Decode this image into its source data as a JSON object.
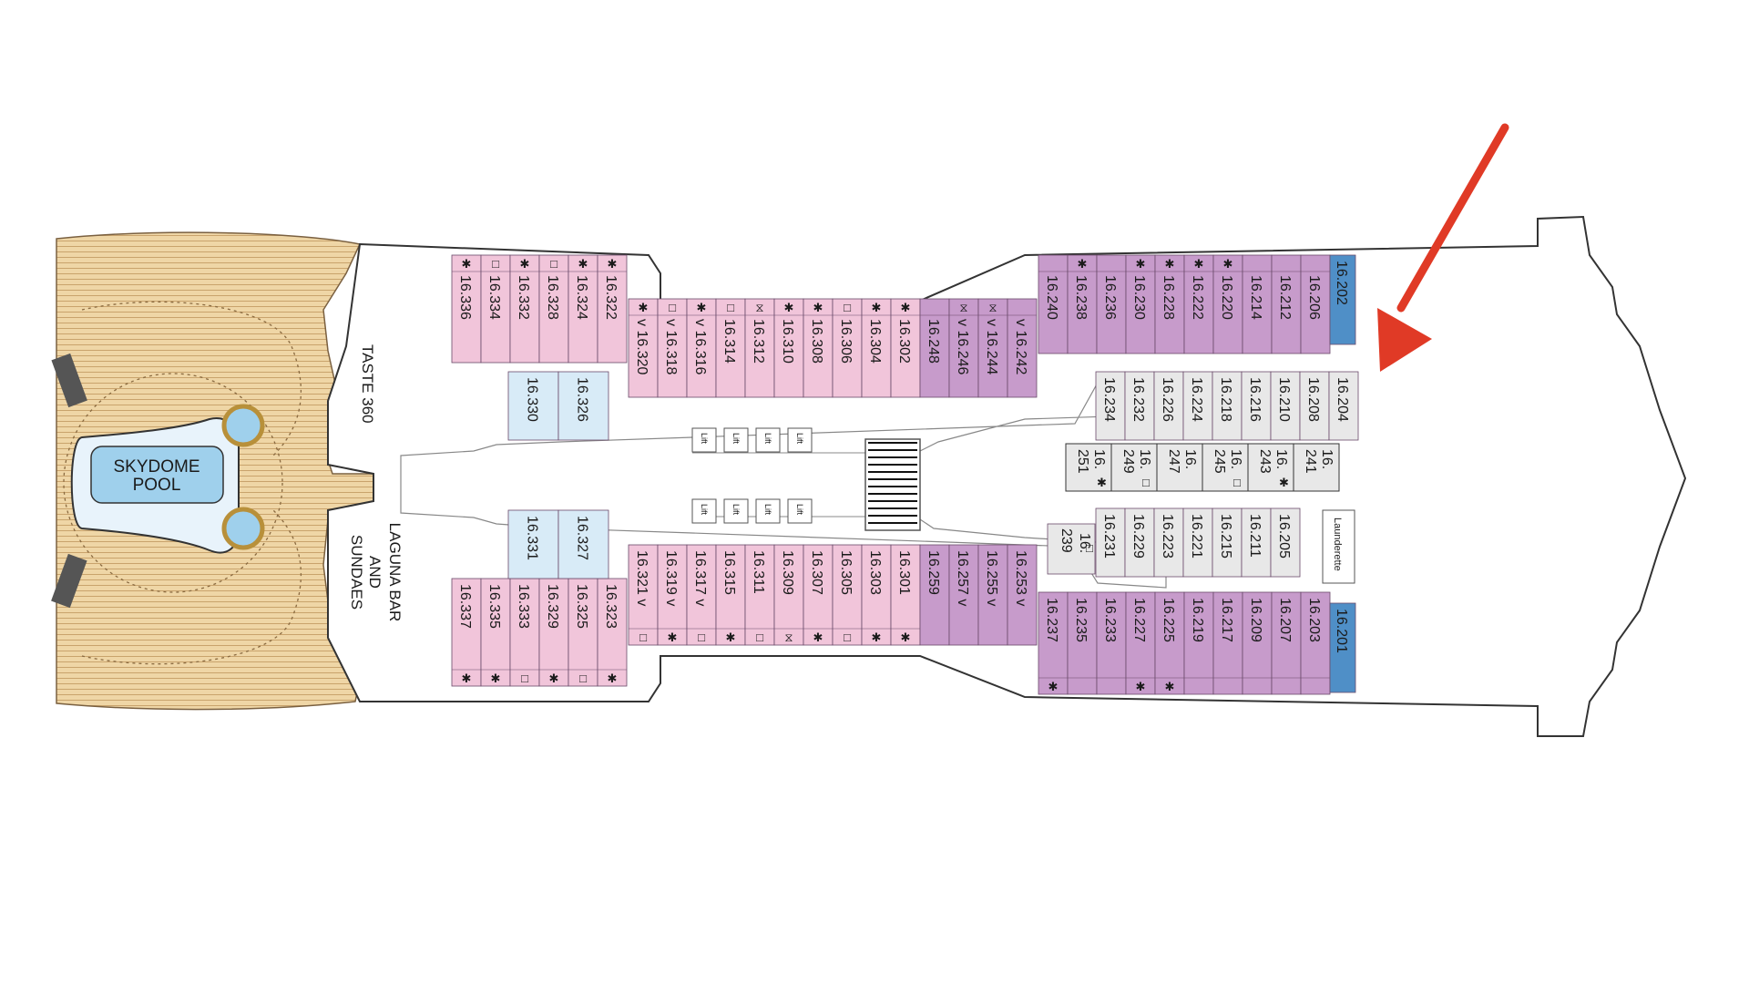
{
  "colors": {
    "pink": "#f1c5da",
    "purple": "#c79bcb",
    "blue": "#4f8fc7",
    "grey": "#e8e8e8",
    "accessible_blue": "#d8ebf7",
    "deck_wood": "#efd6a6",
    "pool": "#9fd0ec",
    "arrow": "#e03a26"
  },
  "areas": {
    "pool": {
      "line1": "SKYDOME",
      "line2": "POOL"
    },
    "taste": "TASTE 360",
    "laguna": {
      "line1": "LAGUNA BAR",
      "line2": "AND",
      "line3": "SUNDAES"
    },
    "launderette": "Launderette",
    "lift": "Lift"
  },
  "cabins": {
    "aft_pink_top": [
      {
        "n": "16.336",
        "s": "✱"
      },
      {
        "n": "16.334",
        "s": "□"
      },
      {
        "n": "16.332",
        "s": "✱"
      },
      {
        "n": "16.328",
        "s": "□"
      },
      {
        "n": "16.324",
        "s": "✱"
      },
      {
        "n": "16.322",
        "s": "✱"
      }
    ],
    "aft_pink_bot": [
      {
        "n": "16.337",
        "s": "✱"
      },
      {
        "n": "16.335",
        "s": "✱"
      },
      {
        "n": "16.333",
        "s": "□"
      },
      {
        "n": "16.329",
        "s": "✱"
      },
      {
        "n": "16.325",
        "s": "□"
      },
      {
        "n": "16.323",
        "s": "✱"
      }
    ],
    "access_top": [
      "16.330",
      "16.326"
    ],
    "access_bot": [
      "16.331",
      "16.327"
    ],
    "mid_pink_top": [
      {
        "n": "v 16.320",
        "s": "✱"
      },
      {
        "n": "v 16.318",
        "s": "□"
      },
      {
        "n": "v 16.316",
        "s": "✱"
      },
      {
        "n": "16.314",
        "s": "□"
      },
      {
        "n": "16.312",
        "s": "⧖"
      },
      {
        "n": "16.310",
        "s": "✱"
      },
      {
        "n": "16.308",
        "s": "✱"
      },
      {
        "n": "16.306",
        "s": "□"
      },
      {
        "n": "16.304",
        "s": "✱"
      },
      {
        "n": "16.302",
        "s": "✱"
      }
    ],
    "mid_pink_bot": [
      {
        "n": "16.321 v",
        "s": "□"
      },
      {
        "n": "16.319 v",
        "s": "✱"
      },
      {
        "n": "16.317 v",
        "s": "□"
      },
      {
        "n": "16.315",
        "s": "✱"
      },
      {
        "n": "16.311",
        "s": "□"
      },
      {
        "n": "16.309",
        "s": "⧖"
      },
      {
        "n": "16.307",
        "s": "✱"
      },
      {
        "n": "16.305",
        "s": "□"
      },
      {
        "n": "16.303",
        "s": "✱"
      },
      {
        "n": "16.301",
        "s": "✱"
      }
    ],
    "purple_mid_top": [
      {
        "n": "16.248",
        "s": ""
      },
      {
        "n": "v 16.246",
        "s": "⧖"
      },
      {
        "n": "v 16.244",
        "s": "⧖"
      },
      {
        "n": "v 16.242",
        "s": ""
      }
    ],
    "purple_mid_bot": [
      {
        "n": "16.259",
        "s": ""
      },
      {
        "n": "16.257 v",
        "s": ""
      },
      {
        "n": "16.255 v",
        "s": ""
      },
      {
        "n": "16.253 v",
        "s": ""
      }
    ],
    "fwd_purple_top": [
      {
        "n": "16.240",
        "s": ""
      },
      {
        "n": "16.238",
        "s": "✱"
      },
      {
        "n": "16.236",
        "s": ""
      },
      {
        "n": "16.230",
        "s": "✱"
      },
      {
        "n": "16.228",
        "s": "✱"
      },
      {
        "n": "16.222",
        "s": "✱"
      },
      {
        "n": "16.220",
        "s": "✱"
      },
      {
        "n": "16.214",
        "s": ""
      },
      {
        "n": "16.212",
        "s": ""
      },
      {
        "n": "16.206",
        "s": ""
      }
    ],
    "fwd_purple_bot": [
      {
        "n": "16.237",
        "s": "✱"
      },
      {
        "n": "16.235",
        "s": ""
      },
      {
        "n": "16.233",
        "s": ""
      },
      {
        "n": "16.227",
        "s": "✱"
      },
      {
        "n": "16.225",
        "s": "✱"
      },
      {
        "n": "16.219",
        "s": ""
      },
      {
        "n": "16.217",
        "s": ""
      },
      {
        "n": "16.209",
        "s": ""
      },
      {
        "n": "16.207",
        "s": ""
      },
      {
        "n": "16.203",
        "s": ""
      }
    ],
    "blue_top": "16.202",
    "blue_bot": "16.201",
    "inner_top": [
      "16.234",
      "16.232",
      "16.226",
      "16.224",
      "16.218",
      "16.216",
      "16.210",
      "16.208",
      "16.204"
    ],
    "inner_bot": [
      "16.231",
      "16.229",
      "16.223",
      "16.221",
      "16.215",
      "16.211",
      "16.205"
    ],
    "inner_bot_small": {
      "n1": "16.",
      "n2": "239",
      "s": "□"
    },
    "central": [
      {
        "n1": "16.",
        "n2": "251",
        "s": "✱"
      },
      {
        "n1": "16.",
        "n2": "249",
        "s": "□"
      },
      {
        "n1": "16.",
        "n2": "247",
        "s": ""
      },
      {
        "n1": "16.",
        "n2": "245",
        "s": "□"
      },
      {
        "n1": "16.",
        "n2": "243",
        "s": "✱"
      },
      {
        "n1": "16.",
        "n2": "241",
        "s": ""
      }
    ]
  }
}
